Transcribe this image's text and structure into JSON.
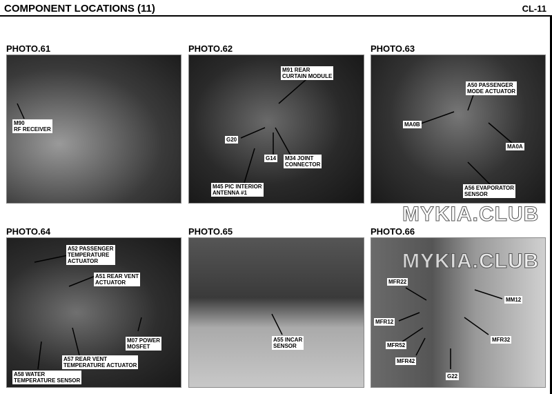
{
  "header": {
    "title": "COMPONENT LOCATIONS (11)",
    "code": "CL-11"
  },
  "photos": [
    {
      "title": "PHOTO.61",
      "labels": [
        "M90\nRF RECEIVER"
      ]
    },
    {
      "title": "PHOTO.62",
      "labels": [
        "M91 REAR\nCURTAIN MODULE",
        "G20",
        "G14",
        "M34 JOINT\nCONNECTOR",
        "M45 PIC INTERIOR\nANTENNA #1"
      ]
    },
    {
      "title": "PHOTO.63",
      "labels": [
        "A50 PASSENGER\nMODE ACTUATOR",
        "MA0B",
        "MA0A",
        "A56 EVAPORATOR\nSENSOR"
      ]
    },
    {
      "title": "PHOTO.64",
      "labels": [
        "A52 PASSENGER\nTEMPERATURE\nACTUATOR",
        "A51 REAR VENT\nACTUATOR",
        "M07 POWER\nMOSFET",
        "A57 REAR VENT\nTEMPERATURE ACTUATOR",
        "A58 WATER\nTEMPERATURE SENSOR"
      ]
    },
    {
      "title": "PHOTO.65",
      "labels": [
        "A55 INCAR\nSENSOR"
      ]
    },
    {
      "title": "PHOTO.66",
      "labels": [
        "MFR22",
        "MM12",
        "MFR12",
        "MFR32",
        "MFR52",
        "MFR42",
        "G22"
      ]
    }
  ],
  "watermark": "MYKIA.CLUB"
}
